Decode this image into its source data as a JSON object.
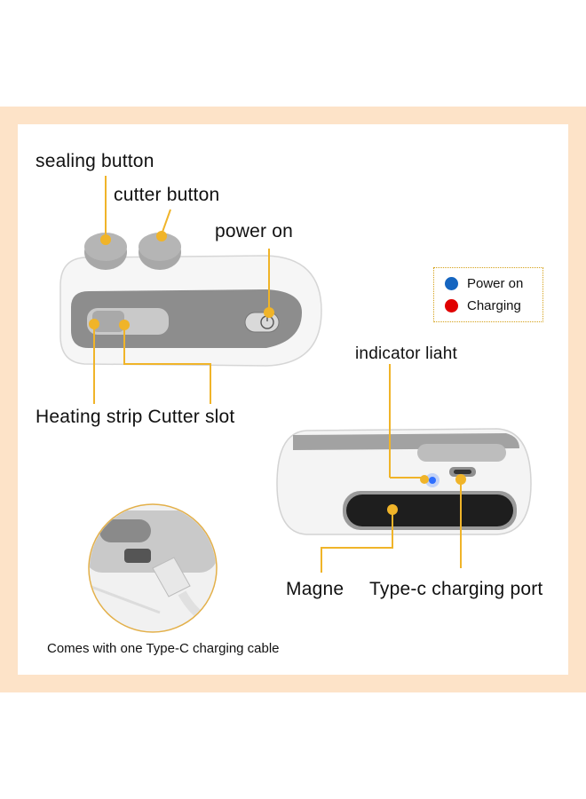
{
  "labels": {
    "sealing_button": "sealing button",
    "cutter_button": "cutter button",
    "power_on": "power on",
    "heating_strip_cutter_slot": "Heating strip Cutter slot",
    "indicator_light": "indicator liaht",
    "magnet": "Magne",
    "type_c_port": "Type-c charging port",
    "cable_caption": "Comes with one Type-C charging cable"
  },
  "legend": {
    "items": [
      {
        "label": "Power on",
        "color": "#1565c0"
      },
      {
        "label": "Charging",
        "color": "#e00000"
      }
    ]
  },
  "colors": {
    "callout": "#f0b429",
    "frame": "#fde3c8",
    "device_white": "#f4f4f4",
    "device_grey": "#8a8a8a"
  }
}
